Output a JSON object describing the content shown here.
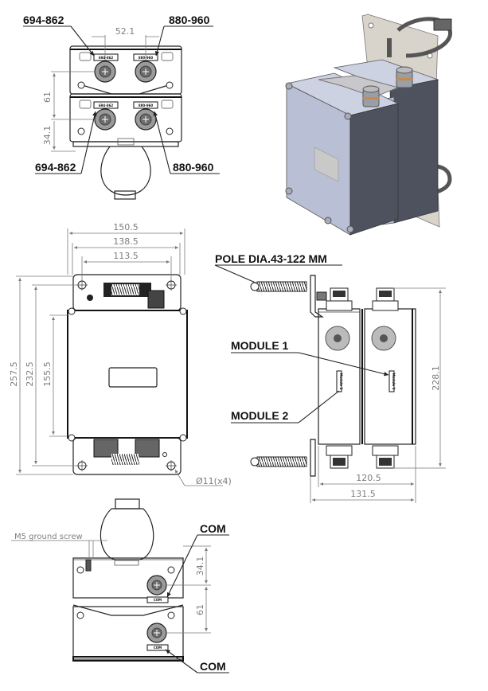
{
  "views": {
    "top_view": {
      "callouts": {
        "upper_left": "694-862",
        "upper_right": "880-960",
        "lower_left": "694-862",
        "lower_right": "880-960"
      },
      "port_tags": [
        "694-862",
        "880-960",
        "694-862",
        "880-960"
      ],
      "dimensions": {
        "port_spacing": "52.1",
        "module_pitch": "61",
        "port_offset": "34.1"
      }
    },
    "iso_view": {
      "label": "Isometric view of two stacked modules on pole bracket"
    },
    "front_view": {
      "dimensions": {
        "bracket_width": "150.5",
        "body_width": "138.5",
        "hole_spacing": "113.5",
        "overall_height": "257.5",
        "hole_height": "232.5",
        "body_height": "155.5"
      },
      "hole_note": "Ø11(x4)"
    },
    "side_view": {
      "callouts": {
        "pole": "POLE DIA.43-122 MM",
        "module1": "MODULE 1",
        "module2": "MODULE 2"
      },
      "module_tags": [
        "Module 1",
        "Module 2"
      ],
      "dimensions": {
        "height": "228.1",
        "body_depth": "120.5",
        "overall_depth": "131.5"
      }
    },
    "bottom_view": {
      "ground_note": "M5 ground screw",
      "callouts": {
        "upper": "COM",
        "lower": "COM"
      },
      "port_tags": [
        "COM",
        "COM"
      ],
      "dimensions": {
        "port_offset": "34.1",
        "module_pitch": "61"
      }
    }
  }
}
